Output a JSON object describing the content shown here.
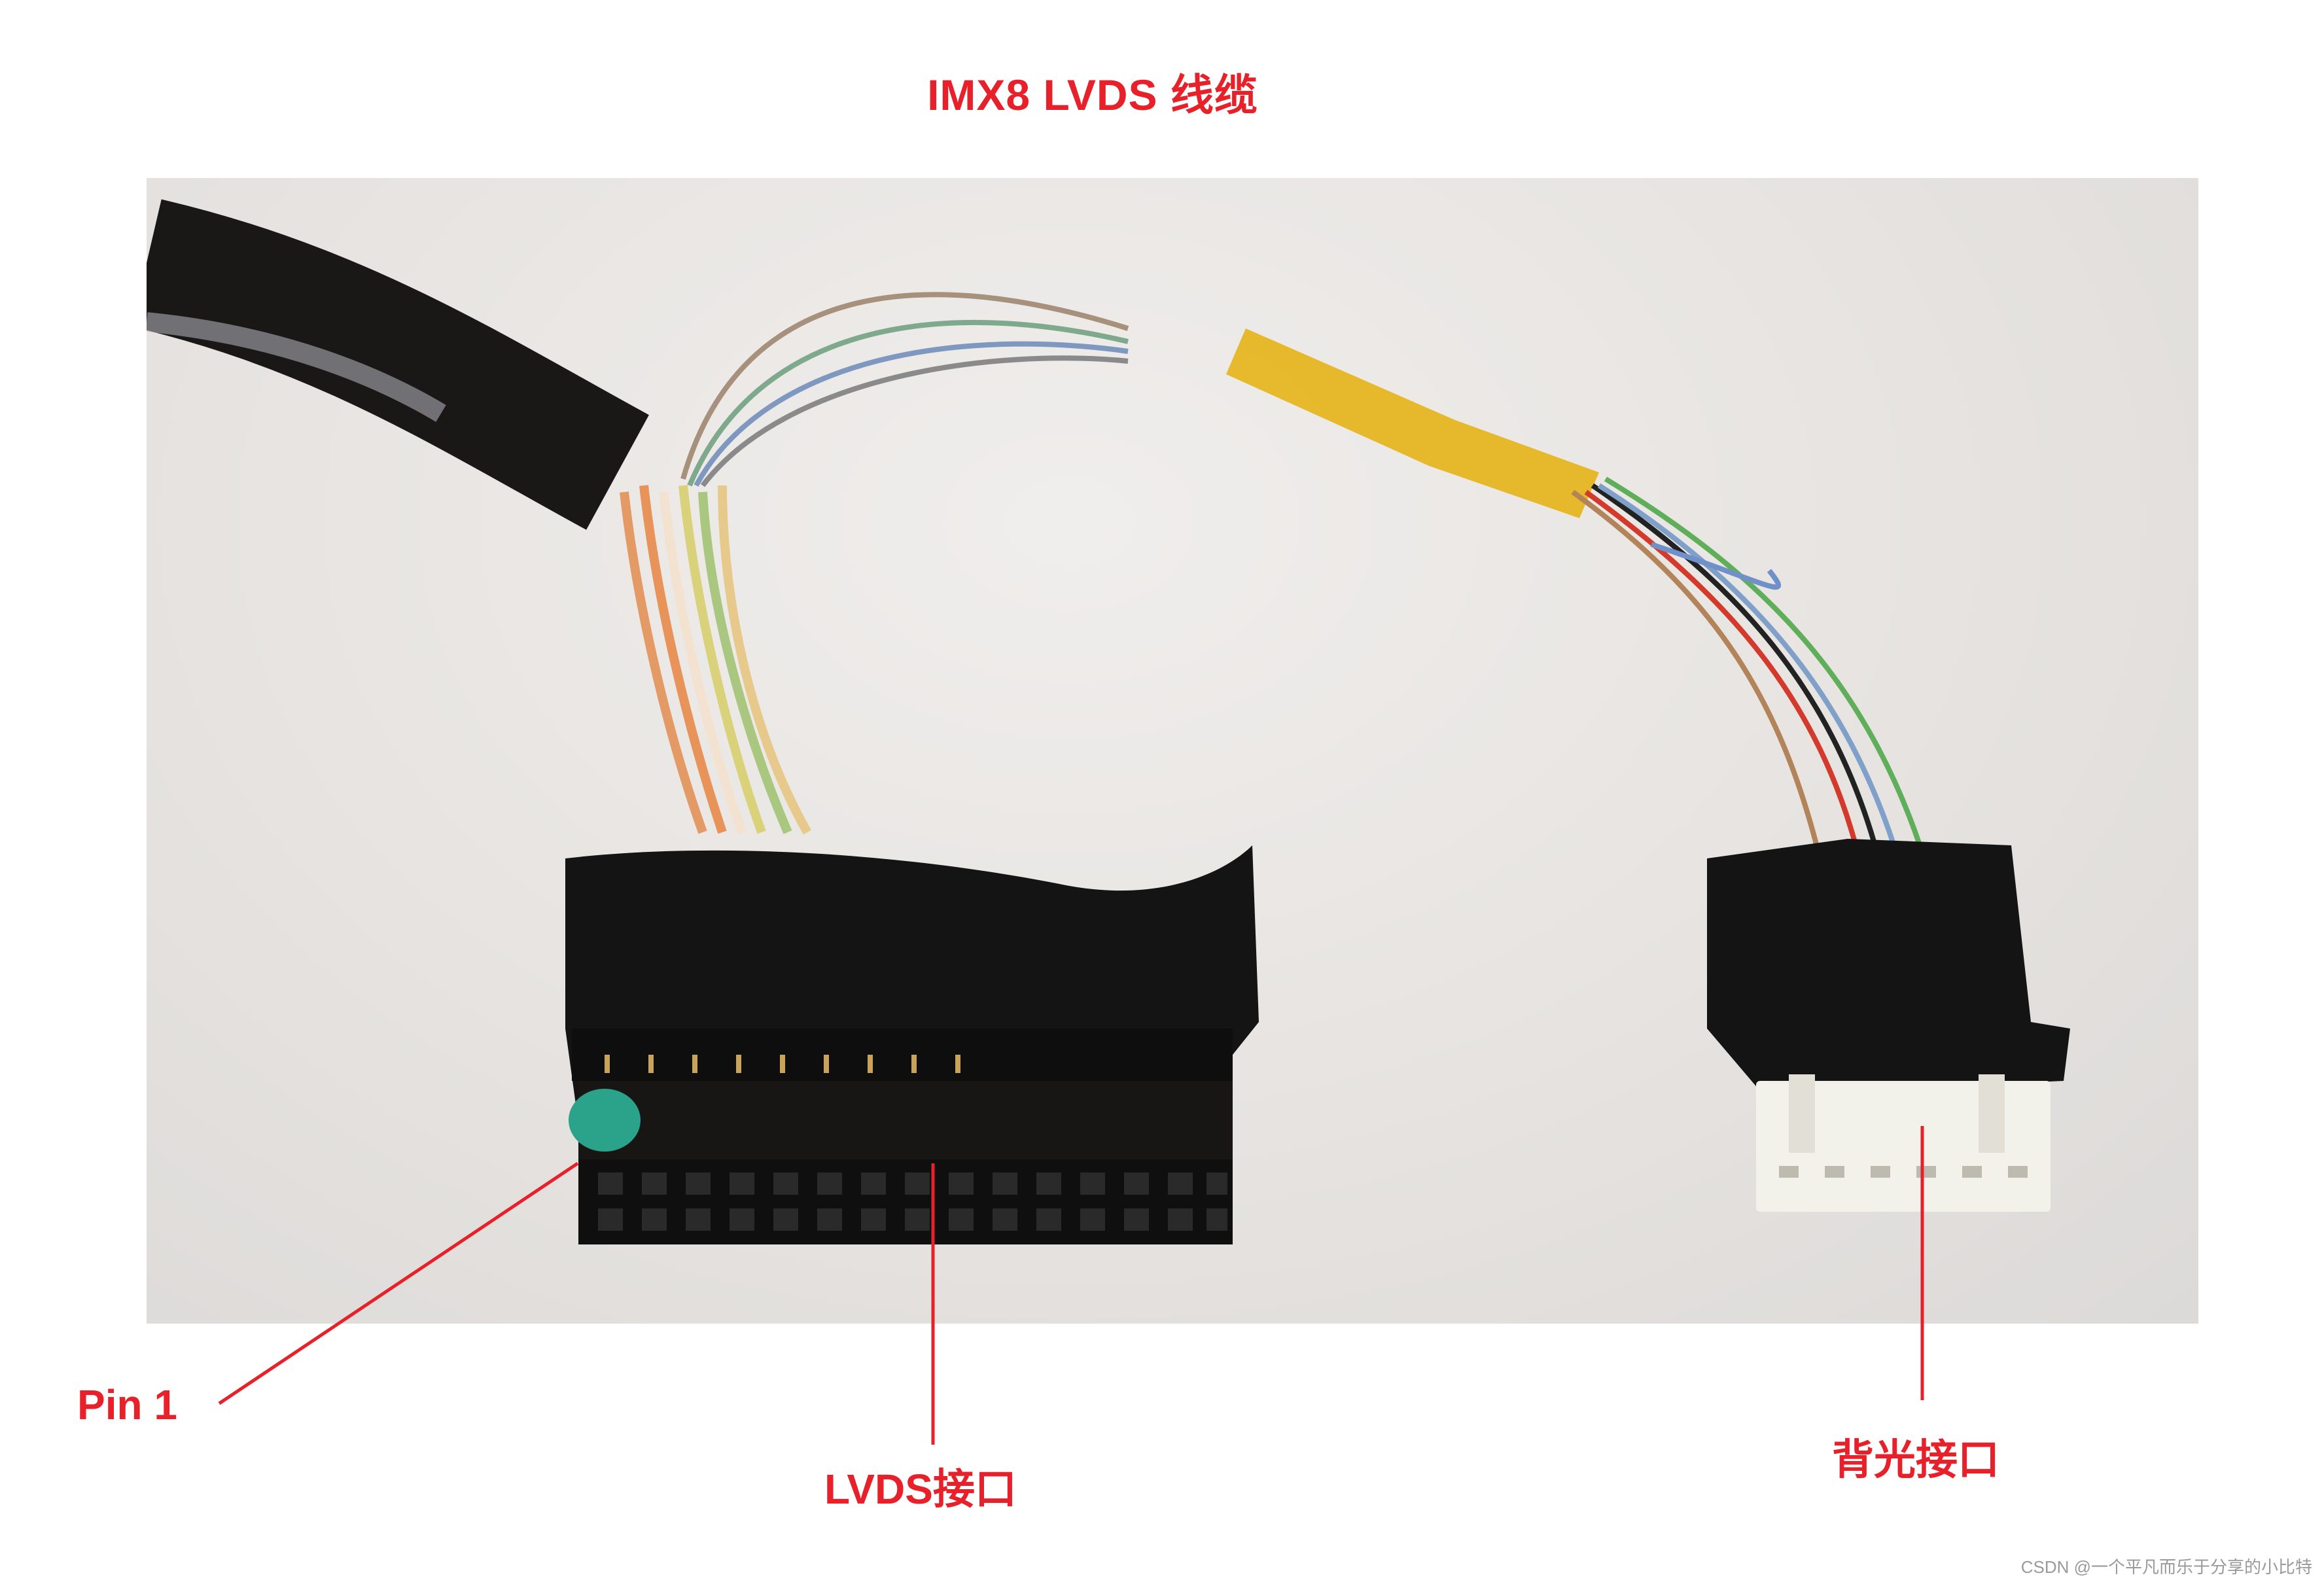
{
  "title": "IMX8 LVDS 线缆",
  "labels": {
    "pin1": "Pin 1",
    "lvds_connector": "LVDS接口",
    "backlight_connector": "背光接口"
  },
  "watermark": "CSDN @一个平凡而乐于分享的小比特",
  "colors": {
    "annotation_red": "#e8202a",
    "photo_background": "#e6e3e0",
    "connector_black": "#121212",
    "backlight_white": "#f2f1ea",
    "kapton_tape": "#e6b417",
    "pin1_marker_green": "#2aa38a"
  },
  "photo": {
    "lvds_connector_columns": 15,
    "lvds_connector_rows": 2,
    "backlight_connector_slots": 6
  }
}
